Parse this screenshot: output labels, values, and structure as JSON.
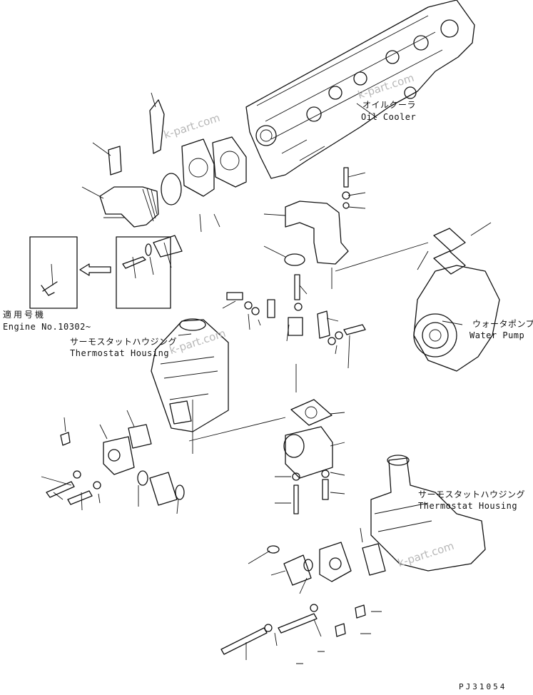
{
  "labels": {
    "oil_cooler_jp": "オイルクーラ",
    "oil_cooler_en": "Oil Cooler",
    "water_pump_jp": "ウォータポンプ",
    "water_pump_en": "Water Pump",
    "applicable_jp": "適用号機",
    "engine_no": "Engine No.10302~",
    "thermostat_jp_1": "サーモスタットハウジング",
    "thermostat_en_1": "Thermostat Housing",
    "thermostat_jp_2": "サーモスタットハウジング",
    "thermostat_en_2": "Thermostat Housing",
    "figure_code": "PJ31054"
  },
  "watermarks": [
    "k-part.com",
    "k-part.com",
    "k-part.com",
    "k-part.com"
  ]
}
